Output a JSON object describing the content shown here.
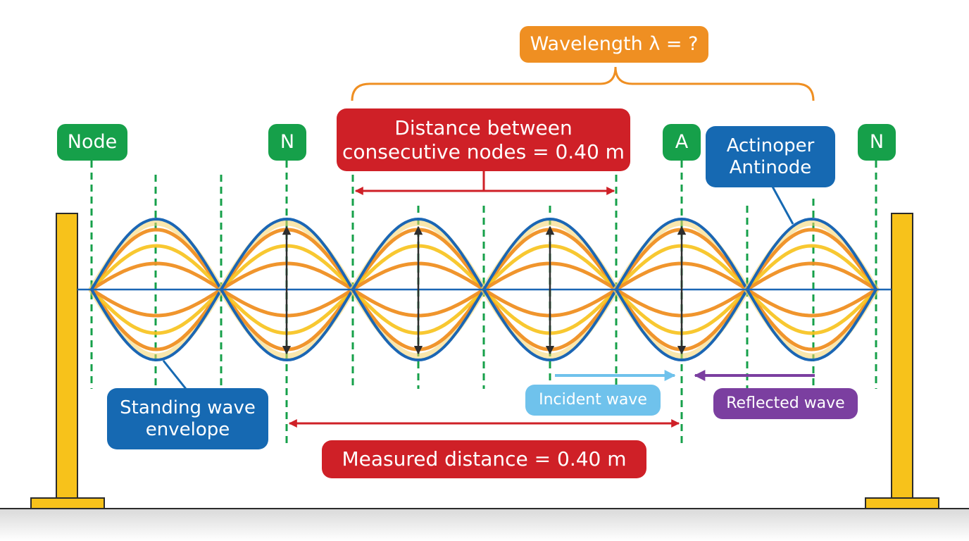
{
  "colors": {
    "green": "#16a04a",
    "blue": "#1669b2",
    "red": "#cf2027",
    "orange": "#ef8f22",
    "purple": "#7b3fa0",
    "light_blue": "#6fc2ec",
    "post": "#f7c21b",
    "axis_line": "#1b66b4"
  },
  "labels": {
    "wavelength": "Wavelength λ = ?",
    "node_left": "Node",
    "node_n1": "N",
    "antinode_a": "A",
    "node_n2": "N",
    "distance_line1": "Distance between",
    "distance_line2": "consecutive nodes = 0.40 m",
    "antinode_line1": "Actinoper",
    "antinode_line2": "Antinode",
    "envelope_line1": "Standing wave",
    "envelope_line2": "envelope",
    "incident": "Incident wave",
    "reflected": "Reflected wave",
    "measured": "Measured distance = 0.40 m"
  }
}
